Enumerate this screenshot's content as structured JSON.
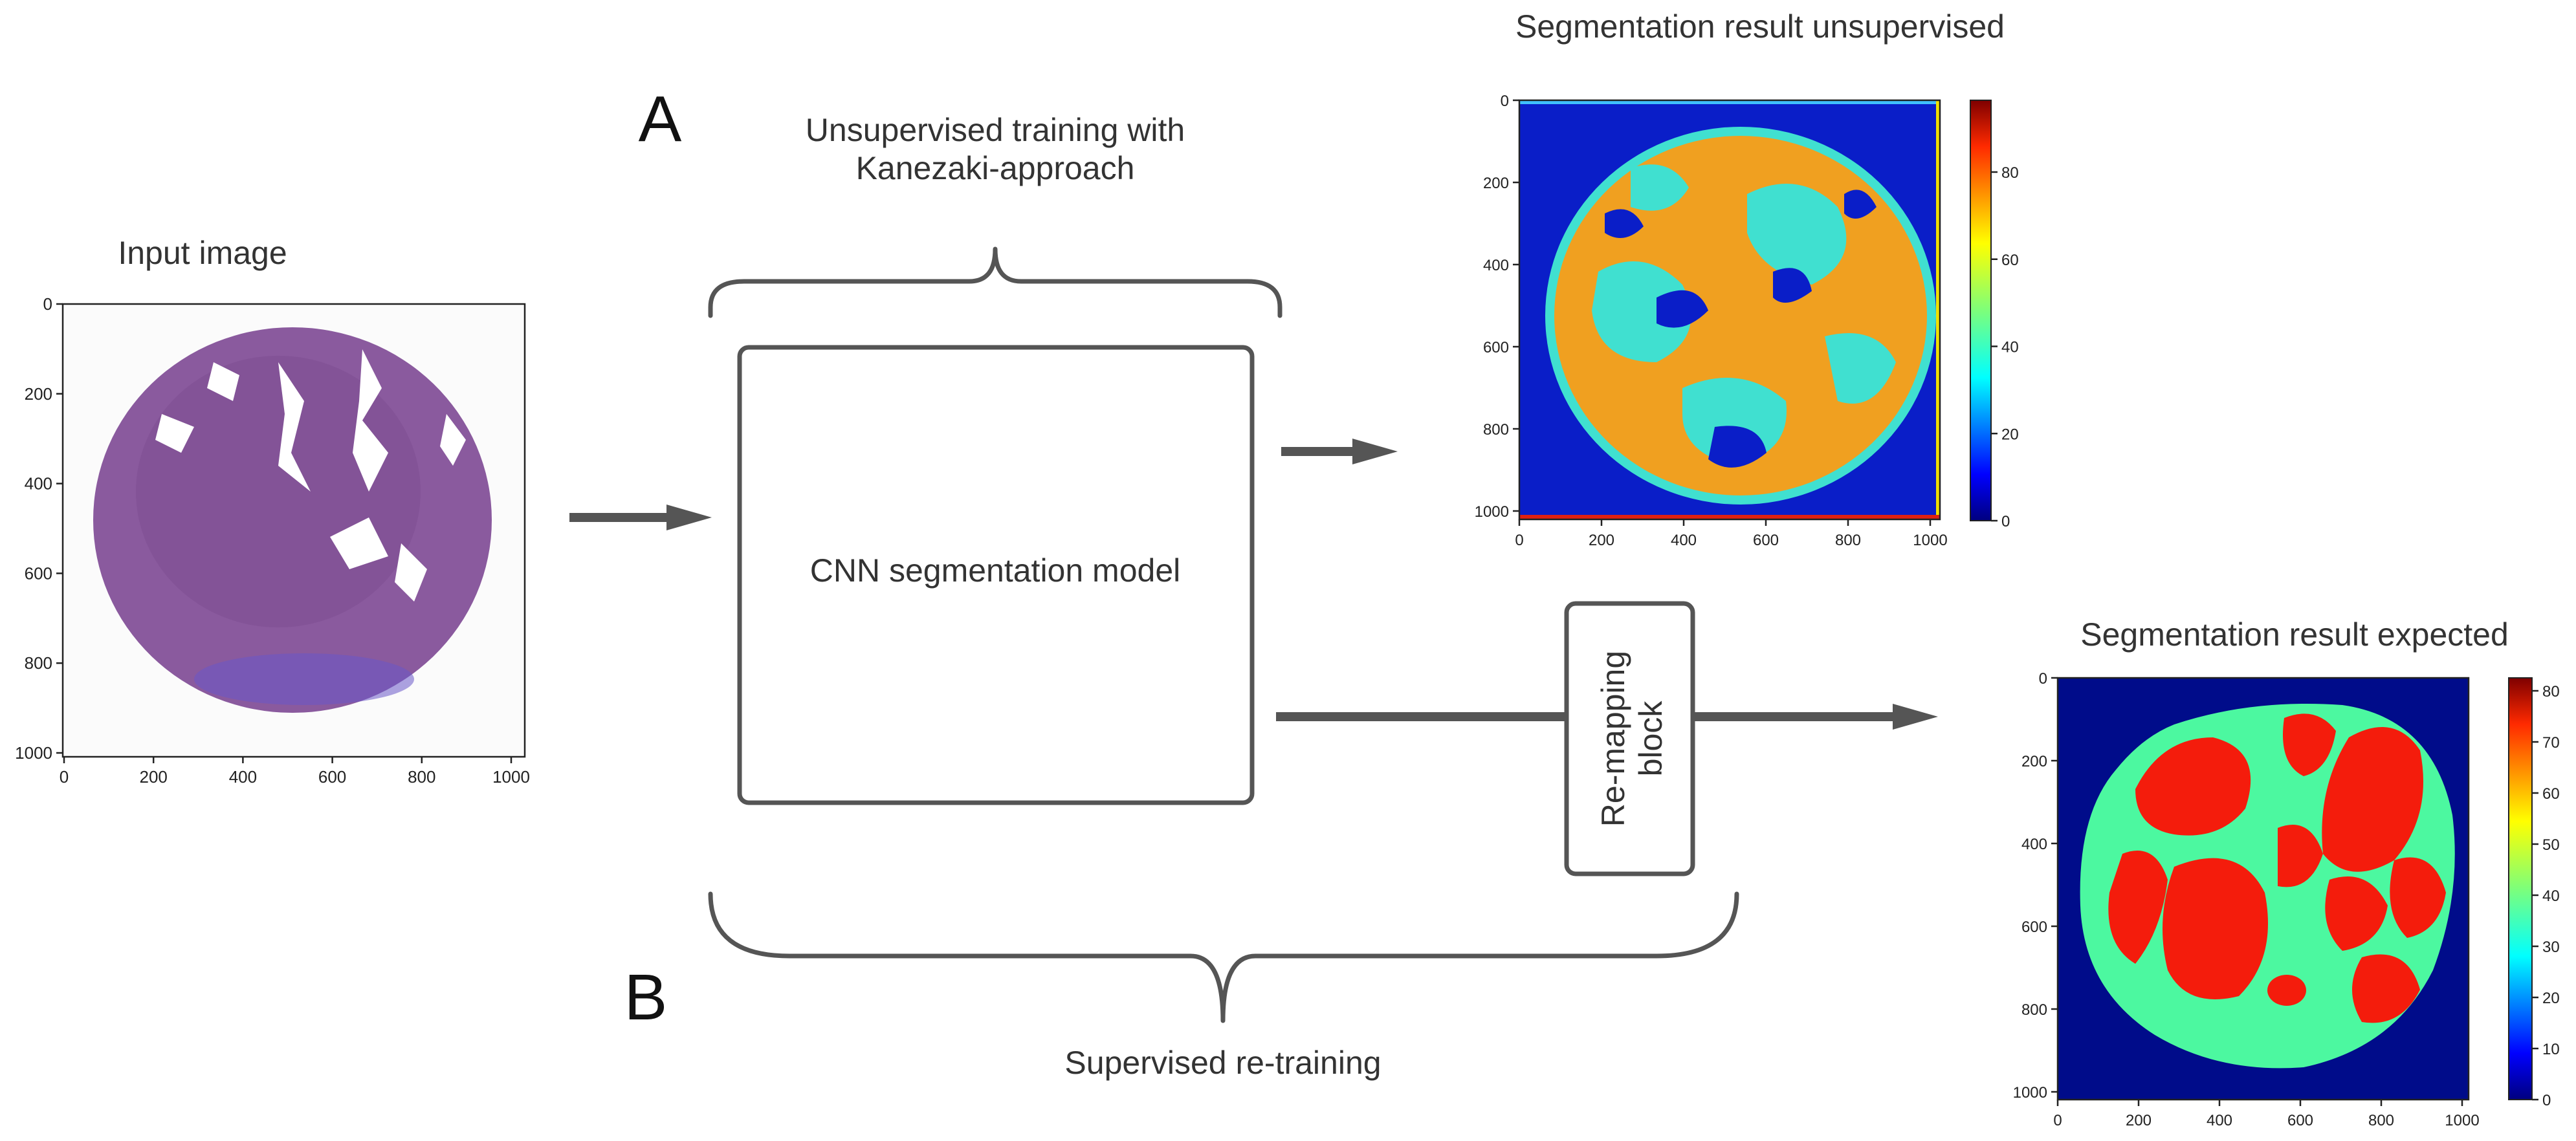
{
  "labels": {
    "input_title": "Input image",
    "panel_a": "A",
    "panel_b": "B",
    "unsupervised_line1": "Unsupervised training with",
    "unsupervised_line2": "Kanezaki-approach",
    "cnn_model": "CNN segmentation model",
    "remap_line1": "Re-mapping",
    "remap_line2": "block",
    "supervised": "Supervised re-training",
    "result_unsup_title": "Segmentation result unsupervised",
    "result_exp_title": "Segmentation result expected"
  },
  "input_plot": {
    "xticks": [
      "0",
      "200",
      "400",
      "600",
      "800",
      "1000"
    ],
    "yticks": [
      "0",
      "200",
      "400",
      "600",
      "800",
      "1000"
    ]
  },
  "unsup_plot": {
    "xticks": [
      "0",
      "200",
      "400",
      "600",
      "800",
      "1000"
    ],
    "yticks": [
      "0",
      "200",
      "400",
      "600",
      "800",
      "1000"
    ],
    "colorbar_ticks": [
      "0",
      "20",
      "40",
      "60",
      "80"
    ]
  },
  "exp_plot": {
    "xticks": [
      "0",
      "200",
      "400",
      "600",
      "800",
      "1000"
    ],
    "yticks": [
      "0",
      "200",
      "400",
      "600",
      "800",
      "1000"
    ],
    "colorbar_ticks": [
      "0",
      "10",
      "20",
      "30",
      "40",
      "50",
      "60",
      "70",
      "80"
    ]
  },
  "colors": {
    "tissue": "#8a5a9e",
    "unsup_background": "#0a1ec8",
    "unsup_orange": "#f0a020",
    "unsup_cyan": "#40e0d0",
    "exp_background": "#000c8a",
    "exp_green": "#4cf8a0",
    "exp_red": "#f41c0c",
    "arrow": "#555555"
  }
}
